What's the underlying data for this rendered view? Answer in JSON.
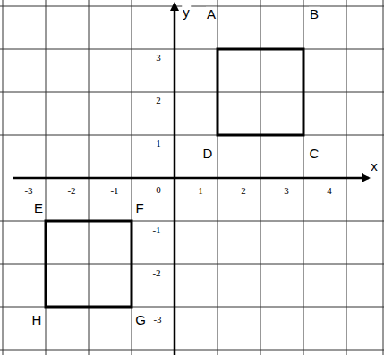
{
  "diagram": {
    "labels": [
      "y",
      "x",
      "A",
      "B",
      "C",
      "D",
      "E",
      "F",
      "G",
      "H",
      "3",
      "2",
      "1",
      "0",
      "-1",
      "-2",
      "-3",
      "-3",
      "-2",
      "-1",
      "1",
      "2",
      "3",
      "4"
    ]
  }
}
